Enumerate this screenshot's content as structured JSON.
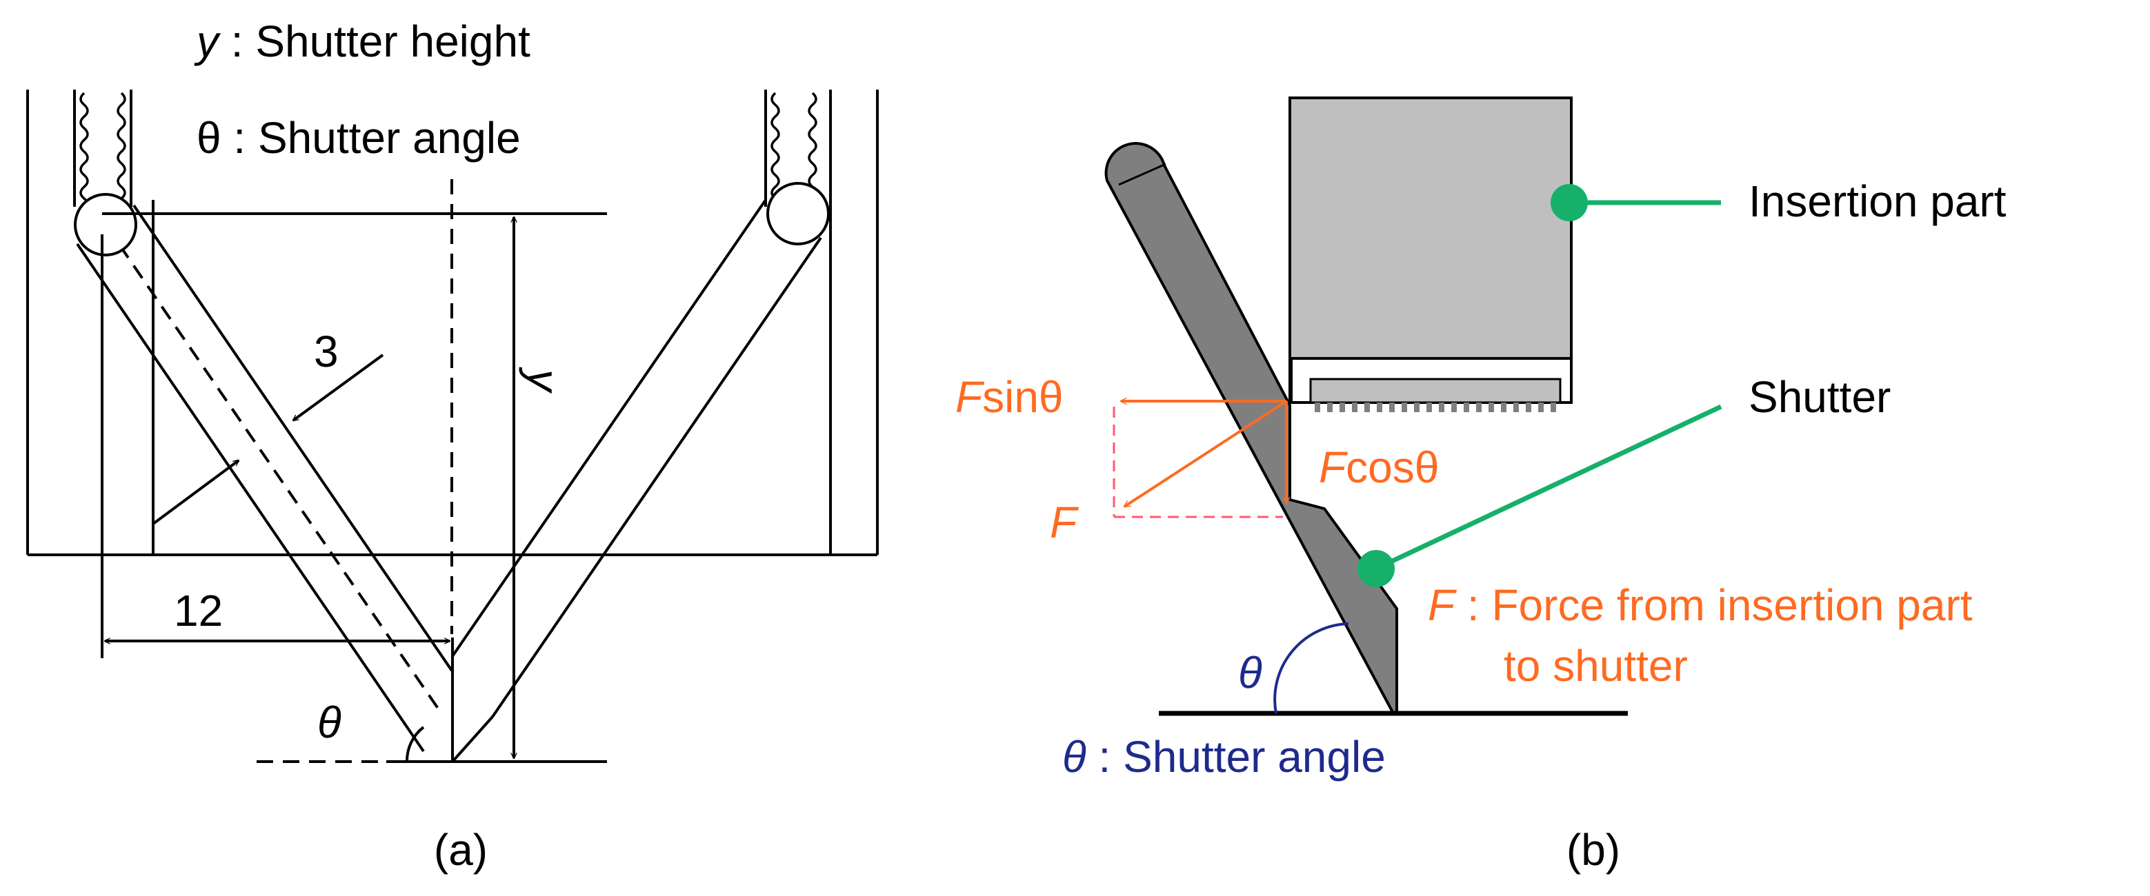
{
  "colors": {
    "ink": "#000000",
    "orange": "#ff6a21",
    "green": "#16b06a",
    "navy": "#1e2a8c",
    "dash_pink": "#ff5a6e",
    "shutter_gray": "#7f7f7f",
    "block_gray": "#bfbfbf"
  },
  "panel_a": {
    "legend_y_symbol": "y",
    "legend_y_text": " : Shutter height",
    "legend_theta_text": "θ : Shutter angle",
    "dim_thickness": "3",
    "dim_width": "12",
    "dim_height": "y",
    "angle_symbol": "θ",
    "caption": "(a)"
  },
  "panel_b": {
    "insertion_label": "Insertion part",
    "shutter_label": "Shutter",
    "fsin_f": "F",
    "fsin_rest": "sinθ",
    "fcos_f": "F",
    "fcos_rest": "cosθ",
    "f_label": "F",
    "force_f": "F",
    "force_line1_rest": " : Force from insertion part",
    "force_line2": "to shutter",
    "angle_symbol": "θ",
    "angle_def_symbol": "θ",
    "angle_def_rest": " : Shutter angle",
    "caption": "(b)"
  }
}
